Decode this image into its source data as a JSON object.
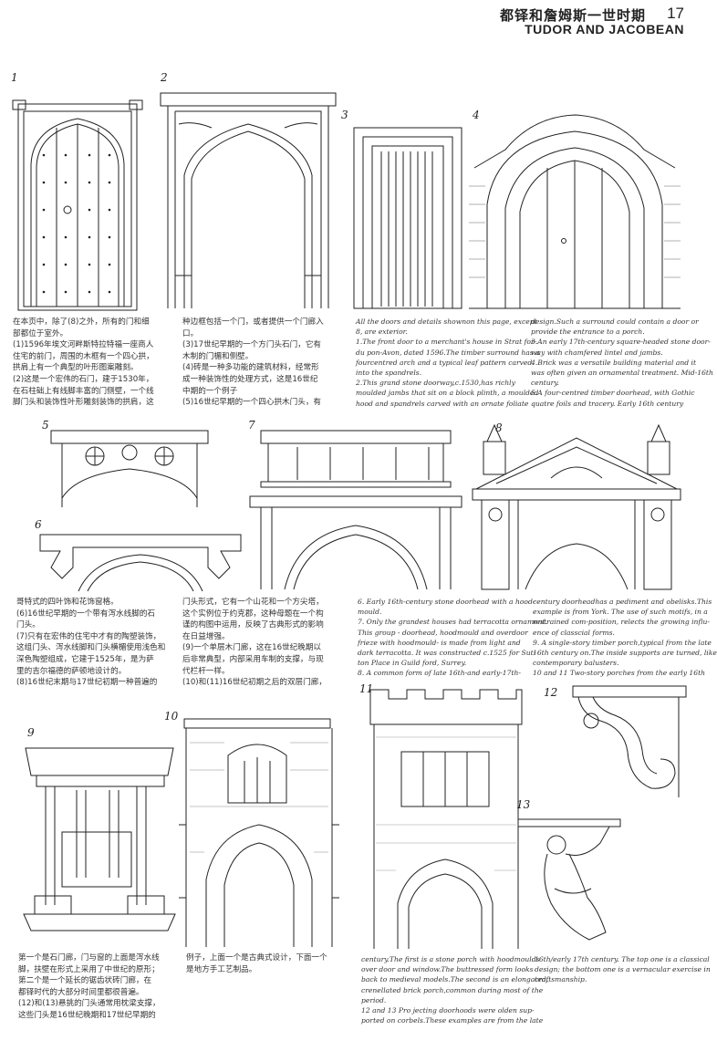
{
  "header": {
    "title_cn": "都铎和詹姆斯一世时期",
    "page_number": "17",
    "title_en": "TUDOR AND JACOBEAN"
  },
  "figure_numbers": [
    "1",
    "2",
    "3",
    "4",
    "5",
    "6",
    "7",
    "8",
    "9",
    "10",
    "11",
    "12",
    "13"
  ],
  "captions": {
    "row1_cn_col1": [
      "在本页中，除了(8)之外，所有的门和细",
      "部都位于室外。",
      "(1)1596年埃文河畔斯特拉特福一座商人",
      "住宅的前门，周围的木框有一个四心拱，",
      "拱肩上有一个典型的叶形图案雕刻。",
      "(2)这是一个宏伟的石门，建于1530年，",
      "在石柱础上有线脚丰富的门侧壁，一个线",
      "脚门头和装饰性叶形雕刻装饰的拱肩，这"
    ],
    "row1_cn_col2": [
      "种边框包括一个门，或者提供一个门廊入",
      "口。",
      "(3)17世纪早期的一个方门头石门，它有",
      "木制的门楣和侧壁。",
      "(4)砖是一种多功能的建筑材料，经常形",
      "成一种装饰性的处理方式，这是16世纪",
      "中期的一个例子",
      "(5)16世纪早期的一个四心拱木门头，有"
    ],
    "row1_en_col1": [
      "All the doors and details shownon this page, except",
      "8, are exterior.",
      "1.The front door to a merchant's house in Strat for-",
      "du pon-Avon, dated 1596.The timber surround has a",
      "fourcentred arch and a typical leaf pattern carved",
      "into the spandrels.",
      "2.This grand stone doorway,c.1530,has richly",
      "moulded jambs that sit on a block plinth, a moulded",
      "hood and spandrels carved with an ornate foliate"
    ],
    "row1_en_col2": [
      "design.Such a surround could contain a door or",
      "provide the entrance to a porch.",
      "3.An early 17th-century square-headed stone door-",
      "way with chamfered lintel and jambs.",
      "4.Brick was a versatile building material and it",
      "was often given an ornamental treatment. Mid-16th",
      "century.",
      "5.A four-centred timber doorhead, with Gothic",
      "quatre foils and tracery. Early 16th century"
    ],
    "row2_cn_col1": [
      "哥特式的四叶饰和花饰窗格。",
      "(6)16世纪早期的一个带有泻水线脚的石",
      "门头。",
      "(7)只有在宏伟的住宅中才有的陶塑装饰，",
      "这组门头、泻水线脚和门头横楣使用浅色和",
      "深色陶塑组成，它建于1525年，是为萨",
      "里的吉尔福德的萨顿地设计的。",
      "(8)16世纪末期与17世纪初期一种普遍的"
    ],
    "row2_cn_col2": [
      "门头形式，它有一个山花和一个方尖塔，",
      "这个实例位于约克郡，这种母题在一个构",
      "谨的构图中运用，反映了古典形式的影响",
      "在日益增强。",
      "(9)一个单层木门廊，这在16世纪晚期以",
      "后非常典型，内部采用车制的支撑，与现",
      "代栏杆一样。",
      "(10)和(11)16世纪初期之后的双层门廊，"
    ],
    "row2_en_col1": [
      "6. Early 16th-century stone doorhead with a hood-",
      "mould.",
      "7. Only the grandest houses had terracotta ornament.",
      "This group - doorhead, hoodmould and overdoor",
      "frieze with hoodmould- is made from light and",
      "dark terracotta. It was constructed c.1525 for Sut-",
      "ton Place in Guild ford, Surrey.",
      "8. A common form of late 16th-and early-17th-"
    ],
    "row2_en_col2": [
      "century doorheadhas a pediment and obelisks.This",
      "example is from York. The use of such motifs, in a",
      "restrained com-position, relects the growing influ-",
      "ence of classcial forms.",
      "9. A single-story timber porch,typical from the late",
      "16th century on.The inside supports are turned, like",
      "contemporary balusters.",
      "10 and 11 Two-story porches from the early 16th"
    ],
    "row3_cn_col1": [
      "第一个是石门廊，门与窗的上面是泻水线",
      "脚，扶壁在形式上采用了中世纪的原形；",
      "第二个是一个延长的锯齿状砖门廊，在",
      "都铎时代的大部分时间里都很普遍。",
      "(12)和(13)悬挑的门头通常用枕梁支撑，",
      "这些门头是16世纪晚期和17世纪早期的"
    ],
    "row3_cn_col2": [
      "例子，上面一个是古典式设计，下面一个",
      "是地方手工艺制品。"
    ],
    "row3_en_col1": [
      "century.The first is a stone porch with hoodmoulds",
      "over door and window.The buttressed form looks",
      "back to medieval models.The second is an elongated,",
      "crenellated brick porch,common during most of the",
      "period.",
      "12 and 13 Pro jecting doorhoods were olden sup-",
      "ported on corbels.These examples are from the late"
    ],
    "row3_en_col2": [
      "16th/early 17th century. The top one is a classical",
      "design; the bottom one is a vernacular exercise in",
      "craftsmanship."
    ]
  }
}
